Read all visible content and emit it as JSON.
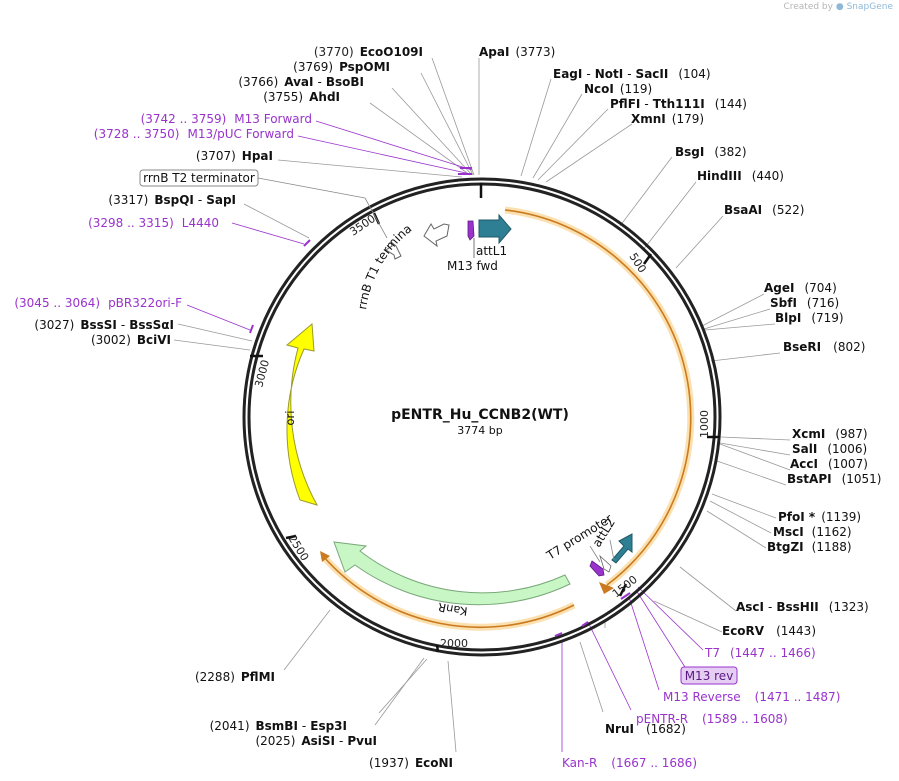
{
  "credit": {
    "prefix": "Created by",
    "brand": "SnapGene"
  },
  "plasmid": {
    "name": "pENTR_Hu_CCNB2(WT)",
    "length_label": "3774 bp"
  },
  "colors": {
    "enzyme": "#111111",
    "primer": "#9933cc",
    "backbone": "#222222",
    "orf": "#e8a23a",
    "ori": "#ffff00",
    "kanr": "#c8f7c5",
    "att": "#2e7f93"
  },
  "ruler": [
    "500",
    "1000",
    "1500",
    "2000",
    "2500",
    "3000",
    "3500"
  ],
  "enzymes": [
    {
      "id": "ecoo109i",
      "name": "EcoO109I",
      "pos": "(3770)"
    },
    {
      "id": "pspomi",
      "name": "PspOMI",
      "pos": "(3769)"
    },
    {
      "id": "avai",
      "name": "AvaI",
      "name2": "BsoBI",
      "pos": "(3766)"
    },
    {
      "id": "ahdi",
      "name": "AhdI",
      "pos": "(3755)"
    },
    {
      "id": "hpai",
      "name": "HpaI",
      "pos": "(3707)"
    },
    {
      "id": "bspqi",
      "name": "BspQI",
      "name2": "SapI",
      "pos": "(3317)"
    },
    {
      "id": "bsssi",
      "name": "BssSI",
      "name2": "BssSαI",
      "pos": "(3027)"
    },
    {
      "id": "bcivi",
      "name": "BciVI",
      "pos": "(3002)"
    },
    {
      "id": "apai",
      "name": "ApaI",
      "pos": "(3773)"
    },
    {
      "id": "eagi",
      "name": "EagI",
      "name2": "NotI",
      "name3": "SacII",
      "pos": "(104)"
    },
    {
      "id": "ncoi",
      "name": "NcoI",
      "pos": "(119)"
    },
    {
      "id": "pflfi",
      "name": "PflFI",
      "name2": "Tth111I",
      "pos": "(144)"
    },
    {
      "id": "xmni",
      "name": "XmnI",
      "pos": "(179)"
    },
    {
      "id": "bsgi",
      "name": "BsgI",
      "pos": "(382)"
    },
    {
      "id": "hindiii",
      "name": "HindIII",
      "pos": "(440)"
    },
    {
      "id": "bsaai",
      "name": "BsaAI",
      "pos": "(522)"
    },
    {
      "id": "agei",
      "name": "AgeI",
      "pos": "(704)"
    },
    {
      "id": "sbfi",
      "name": "SbfI",
      "pos": "(716)"
    },
    {
      "id": "blpi",
      "name": "BlpI",
      "pos": "(719)"
    },
    {
      "id": "bseri",
      "name": "BseRI",
      "pos": "(802)"
    },
    {
      "id": "xcmi",
      "name": "XcmI",
      "pos": "(987)"
    },
    {
      "id": "sali",
      "name": "SalI",
      "pos": "(1006)"
    },
    {
      "id": "acci",
      "name": "AccI",
      "pos": "(1007)"
    },
    {
      "id": "bstapi",
      "name": "BstAPI",
      "pos": "(1051)"
    },
    {
      "id": "pfoi",
      "name": "PfoI *",
      "pos": "(1139)"
    },
    {
      "id": "msci",
      "name": "MscI",
      "pos": "(1162)"
    },
    {
      "id": "btgzi",
      "name": "BtgZI",
      "pos": "(1188)"
    },
    {
      "id": "asci",
      "name": "AscI",
      "name2": "BssHII",
      "pos": "(1323)"
    },
    {
      "id": "ecorv",
      "name": "EcoRV",
      "pos": "(1443)"
    },
    {
      "id": "nrui",
      "name": "NruI",
      "pos": "(1682)"
    },
    {
      "id": "econi",
      "name": "EcoNI",
      "pos": "(1937)"
    },
    {
      "id": "asisi",
      "name": "AsiSI",
      "name2": "PvuI",
      "pos": "(2025)"
    },
    {
      "id": "bsmbi",
      "name": "BsmBI",
      "name2": "Esp3I",
      "pos": "(2041)"
    },
    {
      "id": "pflmi",
      "name": "PflMI",
      "pos": "(2288)"
    }
  ],
  "primers": [
    {
      "id": "m13forward",
      "name": "M13 Forward",
      "range": "(3742 .. 3759)"
    },
    {
      "id": "m13puc",
      "name": "M13/pUC Forward",
      "range": "(3728 .. 3750)"
    },
    {
      "id": "l4440",
      "name": "L4440",
      "range": "(3298 .. 3315)"
    },
    {
      "id": "pbr322",
      "name": "pBR322ori-F",
      "range": "(3045 .. 3064)"
    },
    {
      "id": "t7",
      "name": "T7",
      "range": "(1447 .. 1466)"
    },
    {
      "id": "m13rev",
      "name": "M13 rev"
    },
    {
      "id": "m13reverse",
      "name": "M13 Reverse",
      "range": "(1471 .. 1487)"
    },
    {
      "id": "pentrr",
      "name": "pENTR-R",
      "range": "(1589 .. 1608)"
    },
    {
      "id": "kanr_primer",
      "name": "Kan-R",
      "range": "(1667 .. 1686)"
    }
  ],
  "features": {
    "rrnb_t2": "rrnB T2 terminator",
    "rrnb_t1": "rrnB T1 terminator",
    "attl1": "attL1",
    "m13fwd": "M13 fwd",
    "attl2": "attL2",
    "t7promoter": "T7 promoter",
    "ori": "ori",
    "kanr": "KanR"
  }
}
